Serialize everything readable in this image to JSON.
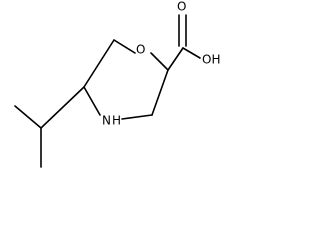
{
  "labels": {
    "oxygen": "O",
    "nitrogen": "N",
    "hydroxyl": "OH",
    "carbonyl_oxygen": "O",
    "hydrogen": "H"
  }
}
